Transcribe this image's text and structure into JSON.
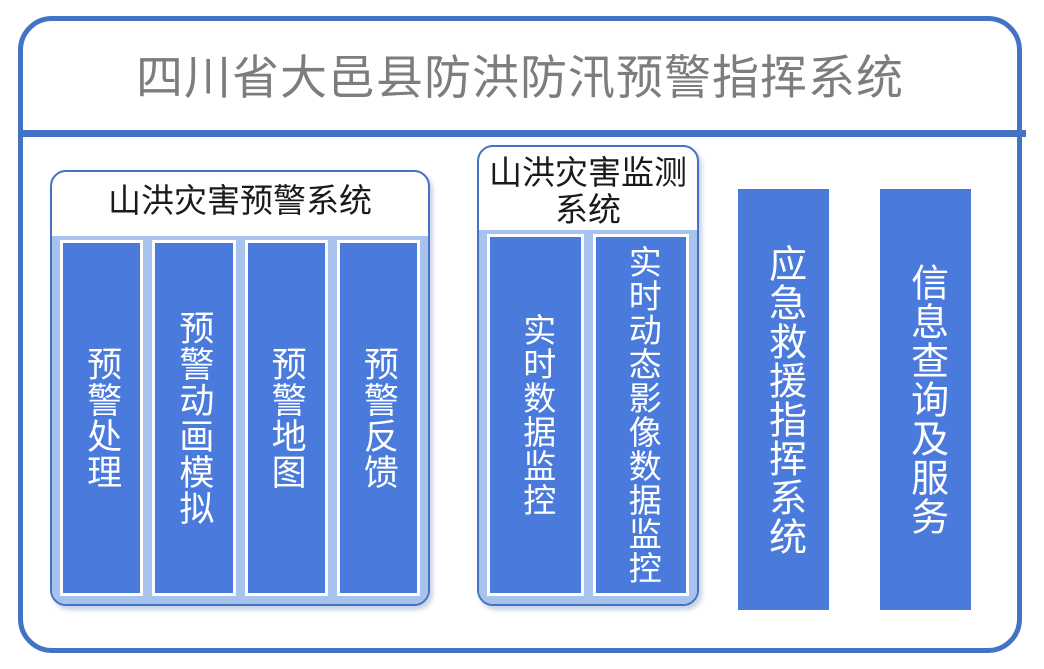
{
  "header": {
    "title": "四川省大邑县防洪防汛预警指挥系统"
  },
  "colors": {
    "frame_border": "#4472C4",
    "accent_rule": "#4472C4",
    "box_blue": "#4A7BDC",
    "panel_body_blue": "#A8C2EE",
    "title_gray": "#7D7D7D",
    "box_text": "#FFFFFF"
  },
  "panels": [
    {
      "name": "warning-system",
      "title": "山洪灾害预警系统",
      "items": [
        {
          "label": "预警处理"
        },
        {
          "label": "预警动画模拟"
        },
        {
          "label": "预警地图"
        },
        {
          "label": "预警反馈"
        }
      ]
    },
    {
      "name": "monitoring-system",
      "title": "山洪灾害监测系统",
      "items": [
        {
          "label": "实时数据监控"
        },
        {
          "label": "实时动态影像数据监控"
        }
      ]
    }
  ],
  "columns": [
    {
      "name": "emergency-command",
      "label": "应急救援指挥系统"
    },
    {
      "name": "info-query-service",
      "label": "信息查询及服务"
    }
  ]
}
